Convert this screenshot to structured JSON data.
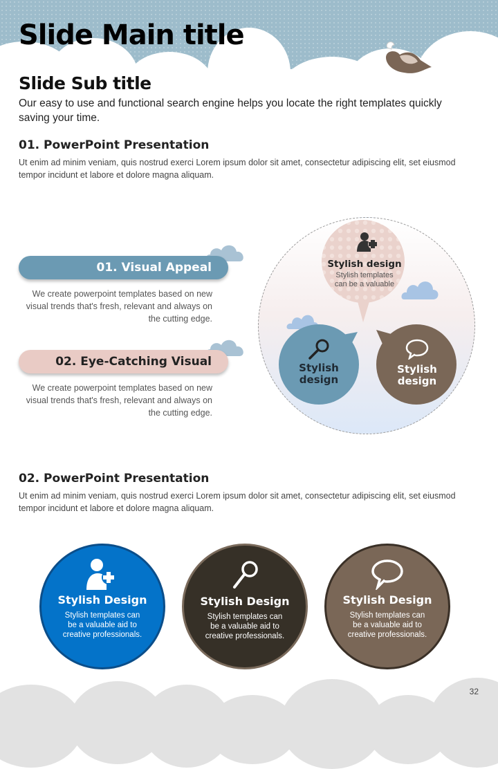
{
  "header": {
    "title": "Slide Main title",
    "subtitle": "Slide Sub title",
    "intro": "Our easy to use and functional search engine helps you locate the right templates quickly saving your time."
  },
  "section1": {
    "heading": "01. PowerPoint Presentation",
    "text": "Ut enim ad minim veniam, quis nostrud exerci  Lorem ipsum dolor sit amet, consectetur adipiscing elit, set eiusmod tempor incidunt et labore et dolore magna aliquam."
  },
  "features": [
    {
      "label": "01. Visual Appeal",
      "text": "We create powerpoint templates based on new visual trends that's fresh, relevant and always on the cutting edge.",
      "color": "#6b9ab3"
    },
    {
      "label": "02. Eye-Catching Visual",
      "text": "We create powerpoint templates based on  new visual trends that's fresh, relevant and always on the cutting edge.",
      "color": "#e9cbc5"
    }
  ],
  "diagram": {
    "top": {
      "title": "Stylish design",
      "text": "Stylish templates can be a valuable",
      "icon": "user-add-icon"
    },
    "left": {
      "title": "Stylish design",
      "icon": "search-icon"
    },
    "right": {
      "title": "Stylish design",
      "icon": "speech-bubble-icon"
    }
  },
  "section2": {
    "heading": "02. PowerPoint Presentation",
    "text": "Ut enim ad minim veniam, quis nostrud exerci  Lorem ipsum dolor sit amet, consectetur adipiscing elit, set eiusmod tempor incidunt et labore et dolore magna aliquam."
  },
  "cards": [
    {
      "title": "Stylish Design",
      "text": "Stylish templates can be a valuable aid to creative professionals.",
      "icon": "user-add-icon",
      "color": "#0473c9"
    },
    {
      "title": "Stylish Design",
      "text": "Stylish templates can be a valuable aid to creative professionals.",
      "icon": "search-icon",
      "color": "#363027"
    },
    {
      "title": "Stylish Design",
      "text": "Stylish templates can be a valuable aid to creative professionals.",
      "icon": "speech-bubble-icon",
      "color": "#7a6757"
    }
  ],
  "page_number": "32"
}
